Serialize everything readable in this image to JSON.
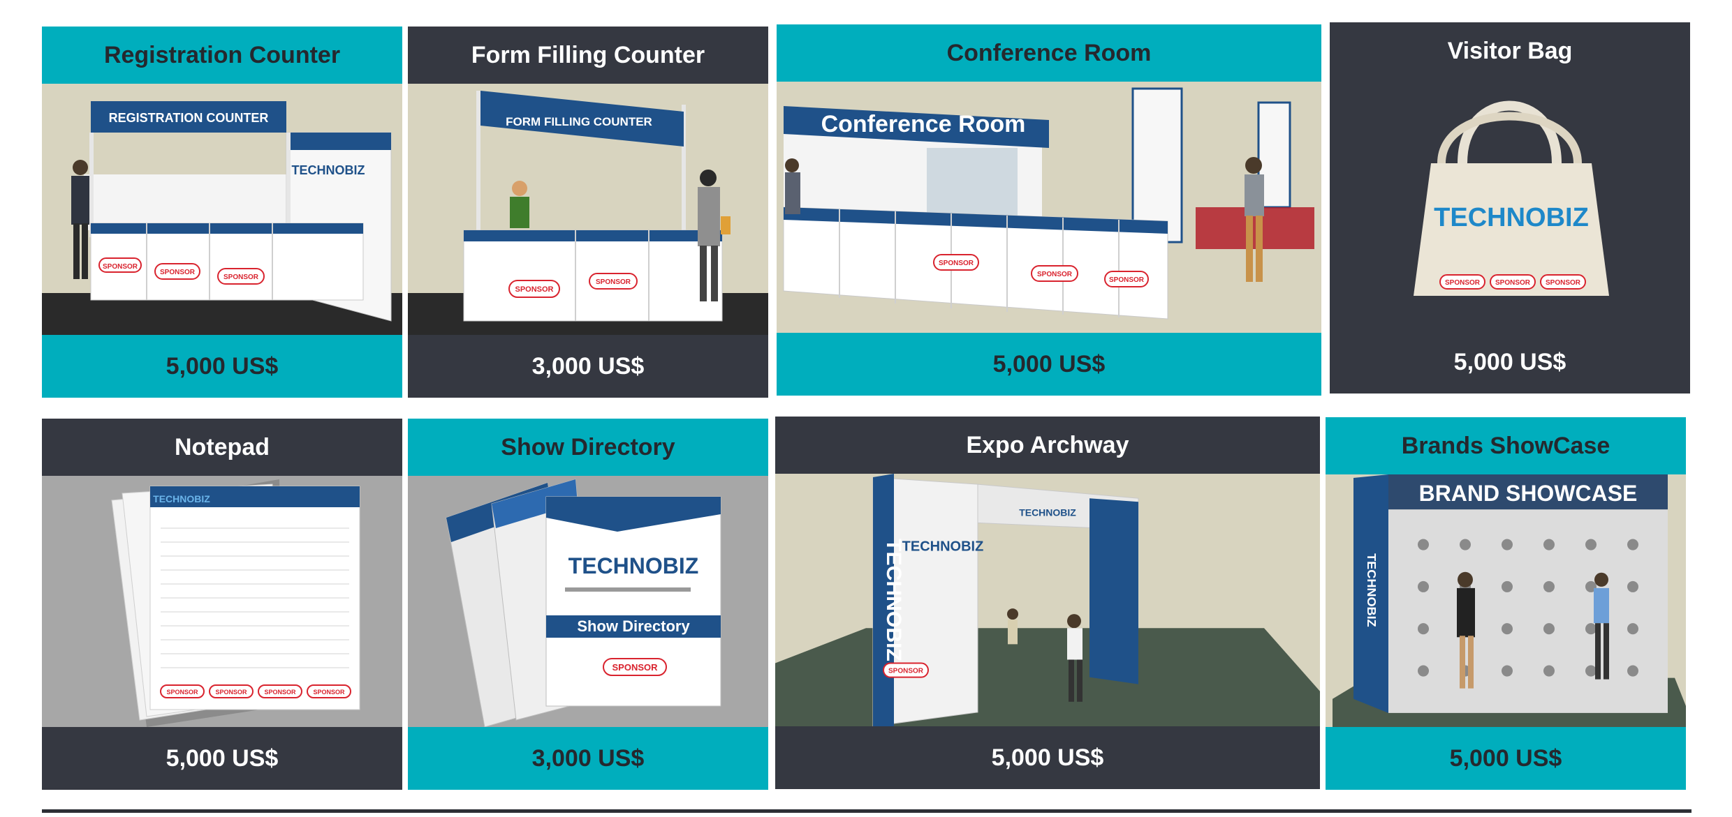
{
  "brand": "TECHNOBIZ",
  "sponsor_label": "SPONSOR",
  "colors": {
    "teal": "#00aebd",
    "dark": "#353841",
    "navy": "#1f5189",
    "sponsor_red": "#d9232e"
  },
  "items": [
    {
      "title": "Registration Counter",
      "price": "5,000 US$",
      "sign": "REGISTRATION COUNTER"
    },
    {
      "title": "Form Filling Counter",
      "price": "3,000 US$",
      "sign": "FORM FILLING COUNTER"
    },
    {
      "title": "Conference Room",
      "price": "5,000 US$",
      "sign": "Conference Room"
    },
    {
      "title": "Visitor Bag",
      "price": "5,000 US$"
    },
    {
      "title": "Notepad",
      "price": "5,000 US$"
    },
    {
      "title": "Show Directory",
      "price": "3,000 US$",
      "sign": "Show Directory"
    },
    {
      "title": "Expo Archway",
      "price": "5,000 US$"
    },
    {
      "title": "Brands ShowCase",
      "price": "5,000 US$",
      "sign": "BRAND SHOWCASE"
    }
  ]
}
